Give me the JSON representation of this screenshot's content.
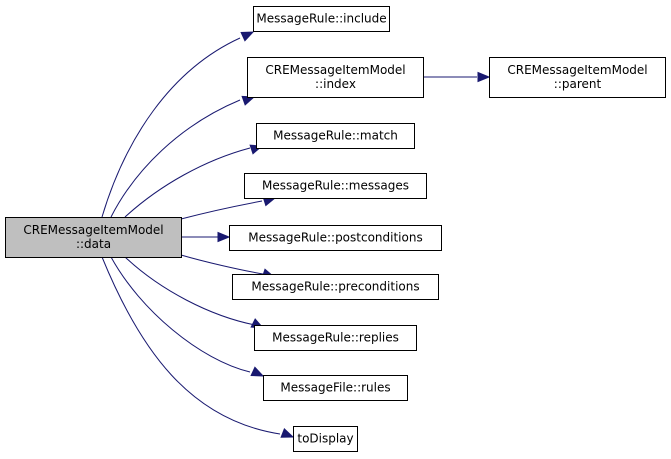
{
  "diagram": {
    "type": "call-graph",
    "edge_color": "#191970",
    "current_node_fill": "#bfbfbf",
    "nodes": [
      {
        "id": "data",
        "lines": [
          "CREMessageItemModel",
          "::data"
        ],
        "current": true
      },
      {
        "id": "include",
        "lines": [
          "MessageRule::include"
        ]
      },
      {
        "id": "index",
        "lines": [
          "CREMessageItemModel",
          "::index"
        ]
      },
      {
        "id": "parent",
        "lines": [
          "CREMessageItemModel",
          "::parent"
        ]
      },
      {
        "id": "match",
        "lines": [
          "MessageRule::match"
        ]
      },
      {
        "id": "messages",
        "lines": [
          "MessageRule::messages"
        ]
      },
      {
        "id": "postconditions",
        "lines": [
          "MessageRule::postconditions"
        ]
      },
      {
        "id": "preconditions",
        "lines": [
          "MessageRule::preconditions"
        ]
      },
      {
        "id": "replies",
        "lines": [
          "MessageRule::replies"
        ]
      },
      {
        "id": "rules",
        "lines": [
          "MessageFile::rules"
        ]
      },
      {
        "id": "toDisplay",
        "lines": [
          "toDisplay"
        ]
      }
    ],
    "edges": [
      {
        "from": "data",
        "to": "include"
      },
      {
        "from": "data",
        "to": "index"
      },
      {
        "from": "index",
        "to": "parent"
      },
      {
        "from": "data",
        "to": "match"
      },
      {
        "from": "data",
        "to": "messages"
      },
      {
        "from": "data",
        "to": "postconditions"
      },
      {
        "from": "data",
        "to": "preconditions"
      },
      {
        "from": "data",
        "to": "replies"
      },
      {
        "from": "data",
        "to": "rules"
      },
      {
        "from": "data",
        "to": "toDisplay"
      }
    ]
  }
}
